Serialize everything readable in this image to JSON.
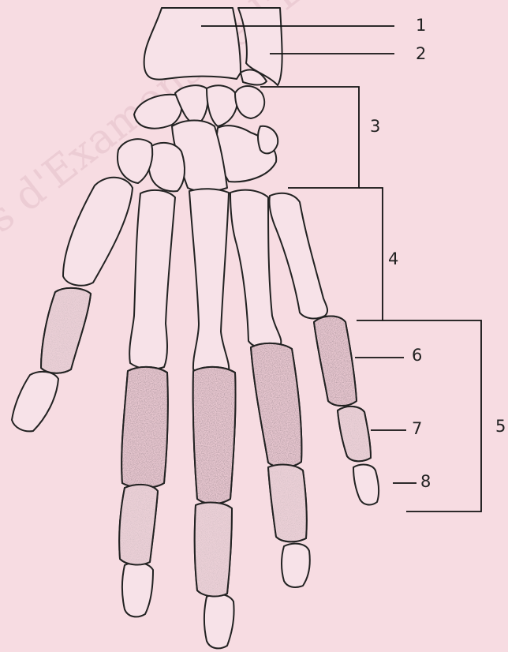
{
  "labels": [
    "1",
    "2",
    "3",
    "4",
    "5",
    "6",
    "7",
    "8"
  ],
  "watermark": "Sujets d'Examens de l'Enseignement",
  "colors": {
    "background": "#f7dce2",
    "bone_fill": "#f7e2e8",
    "stipple_dark": "#b89aa2",
    "stipple_light": "#eacfd6",
    "outline": "#222222"
  }
}
